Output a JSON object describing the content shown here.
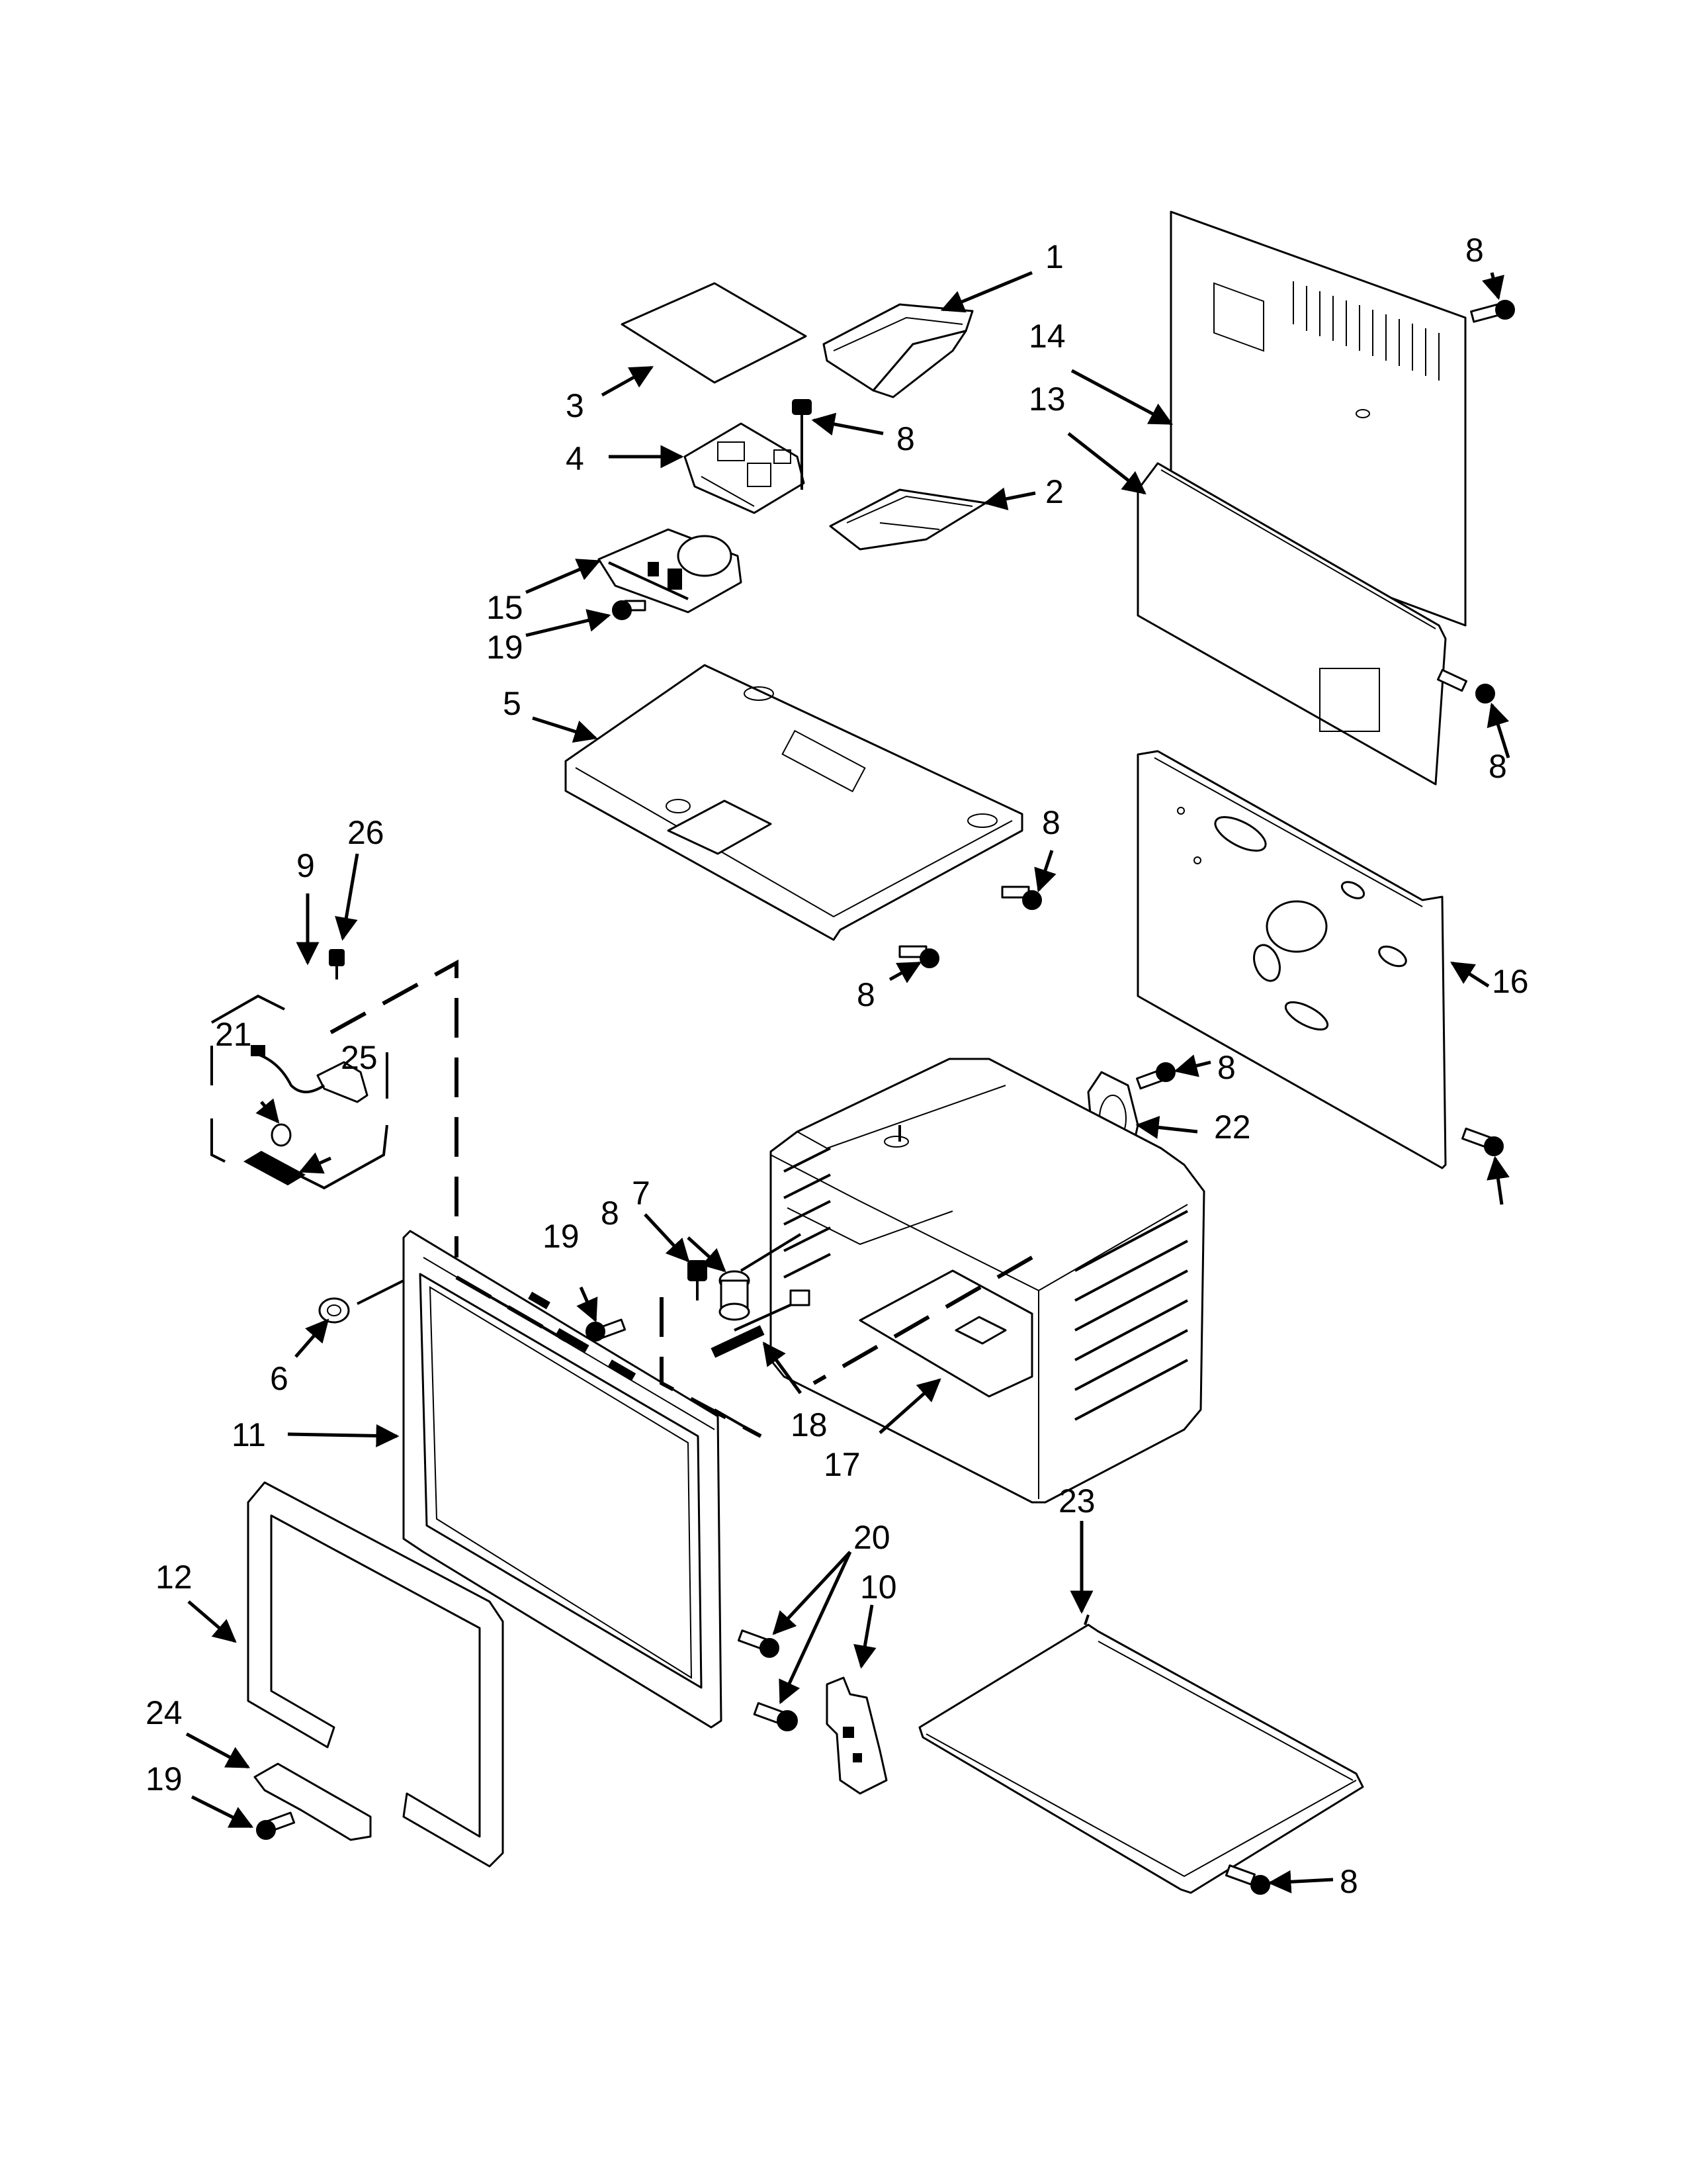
{
  "callouts": [
    {
      "label": "1"
    },
    {
      "label": "3"
    },
    {
      "label": "8"
    },
    {
      "label": "4"
    },
    {
      "label": "8"
    },
    {
      "label": "2"
    },
    {
      "label": "14"
    },
    {
      "label": "13"
    },
    {
      "label": "15"
    },
    {
      "label": "19"
    },
    {
      "label": "5"
    },
    {
      "label": "8"
    },
    {
      "label": "8"
    },
    {
      "label": "9"
    },
    {
      "label": "26"
    },
    {
      "label": "8"
    },
    {
      "label": "21"
    },
    {
      "label": "25"
    },
    {
      "label": "16"
    },
    {
      "label": "8"
    },
    {
      "label": "22"
    },
    {
      "label": "8"
    },
    {
      "label": "19"
    },
    {
      "label": "8"
    },
    {
      "label": "7"
    },
    {
      "label": "6"
    },
    {
      "label": "11"
    },
    {
      "label": "18"
    },
    {
      "label": "17"
    },
    {
      "label": "23"
    },
    {
      "label": "20"
    },
    {
      "label": "10"
    },
    {
      "label": "12"
    },
    {
      "label": "24"
    },
    {
      "label": "19"
    },
    {
      "label": "8"
    }
  ]
}
